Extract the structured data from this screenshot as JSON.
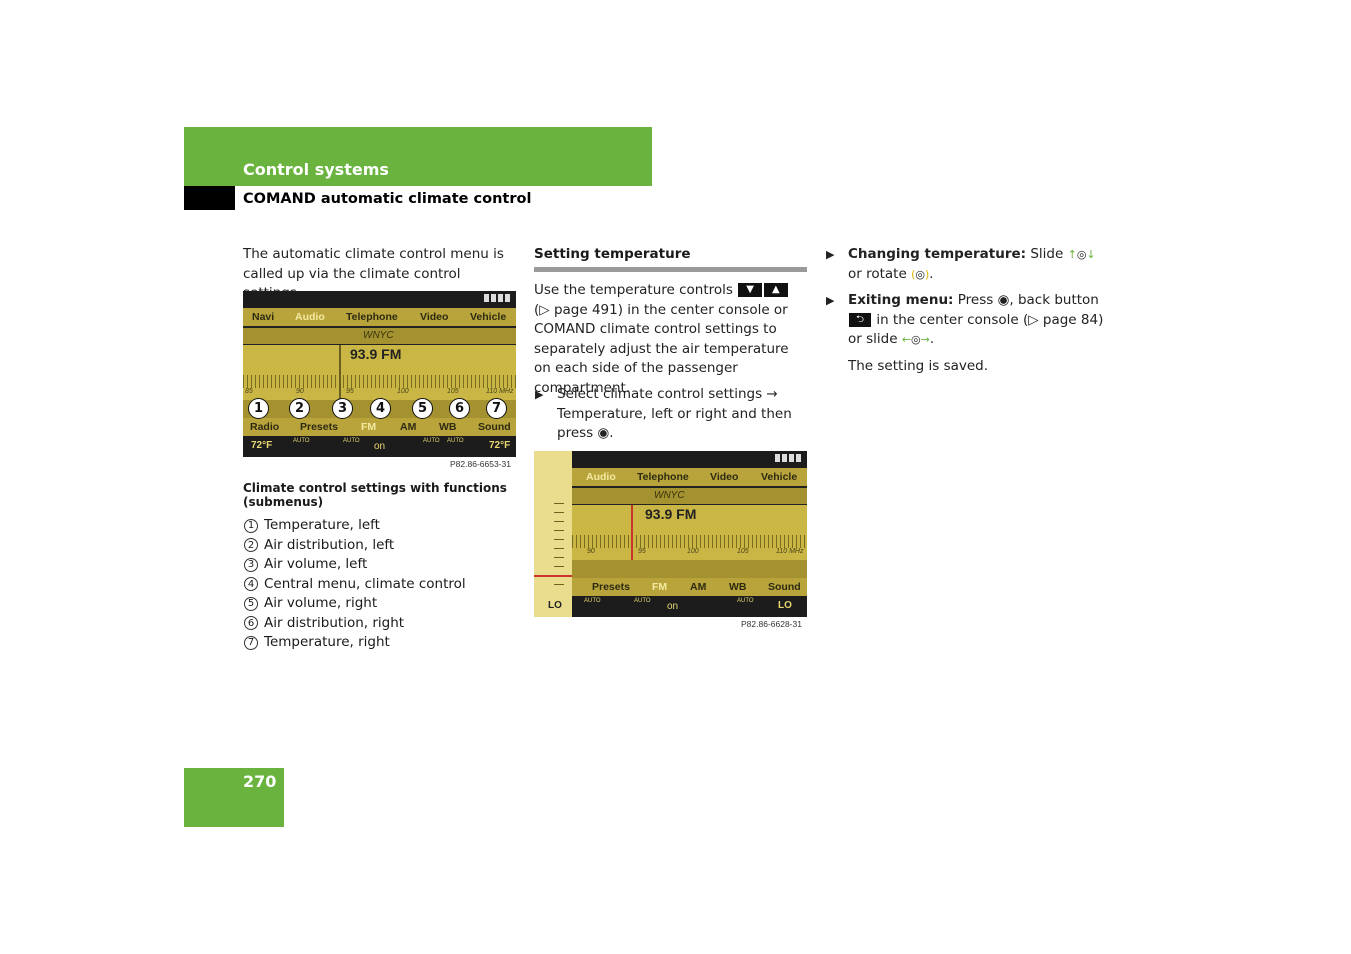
{
  "header": {
    "section": "Control systems",
    "subsection": "COMAND automatic climate control"
  },
  "page_number": "270",
  "col1": {
    "intro": "The automatic climate control menu is called up via the climate control settings.",
    "figure1": {
      "tabs": [
        "Navi",
        "Audio",
        "Telephone",
        "Video",
        "Vehicle"
      ],
      "station": "WNYC",
      "frequency": "93.9 FM",
      "scale": [
        "85",
        "90",
        "95",
        "100",
        "105",
        "110 MHz"
      ],
      "numbers": [
        "1",
        "2",
        "3",
        "4",
        "5",
        "6",
        "7"
      ],
      "menu": [
        "Radio",
        "Presets",
        "FM",
        "AM",
        "WB",
        "Sound"
      ],
      "status": [
        "72°F",
        "AUTO",
        "AUTO",
        "on",
        "AUTO",
        "AUTO",
        "72°F"
      ],
      "code": "P82.86-6653-31"
    },
    "caption": "Climate control settings with functions (submenus)",
    "legend": [
      {
        "num": "1",
        "text": "Temperature, left"
      },
      {
        "num": "2",
        "text": "Air distribution, left"
      },
      {
        "num": "3",
        "text": "Air volume, left"
      },
      {
        "num": "4",
        "text": "Central menu, climate control"
      },
      {
        "num": "5",
        "text": "Air volume, right"
      },
      {
        "num": "6",
        "text": "Air distribution, right"
      },
      {
        "num": "7",
        "text": "Temperature, right"
      }
    ]
  },
  "col2": {
    "heading": "Setting temperature",
    "para1_a": "Use the temperature controls",
    "para1_b": "(▷ page 491) in the center console or COMAND climate control settings to separately adjust the air temperature on each side of the passenger compartment.",
    "step1": "Select climate control settings → Temperature, left or right and then press",
    "figure2": {
      "tabs": [
        "Audio",
        "Telephone",
        "Video",
        "Vehicle"
      ],
      "station": "WNYC",
      "frequency": "93.9 FM",
      "scale": [
        "90",
        "95",
        "100",
        "105",
        "110 MHz"
      ],
      "menu": [
        "Presets",
        "FM",
        "AM",
        "WB",
        "Sound"
      ],
      "status": [
        "LO",
        "AUTO",
        "AUTO",
        "on",
        "AUTO",
        "LO"
      ],
      "code": "P82.86-6628-31"
    }
  },
  "col3": {
    "step1_label": "Changing temperature:",
    "step1_a": "Slide",
    "step1_b": "or rotate",
    "step2_label": "Exiting menu:",
    "step2_a": "Press",
    "step2_b": ", back button",
    "step2_c": "in the center console (▷ page 84) or slide",
    "result": "The setting is saved."
  },
  "colors": {
    "green": "#6ab33e",
    "screen_olive": "#c9b644",
    "screen_dark": "#222222"
  }
}
